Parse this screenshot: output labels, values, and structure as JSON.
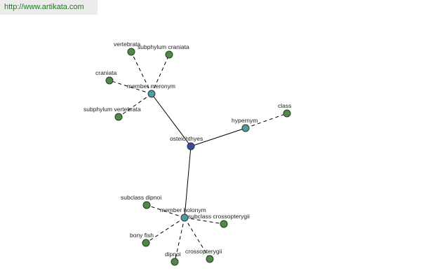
{
  "banner": {
    "url": "http://www.artikata.com"
  },
  "colors": {
    "leaf": "#4e8a45",
    "relation": "#4f9aa3",
    "root": "#3b4a9a"
  },
  "nodes": {
    "root": {
      "label": "osteichthyes",
      "kind": "root"
    },
    "member_meronym": {
      "label": "member meronym",
      "kind": "relation"
    },
    "hypernym": {
      "label": "hypernym",
      "kind": "relation"
    },
    "member_holonym": {
      "label": "member holonym",
      "kind": "relation"
    },
    "vertebrata": {
      "label": "vertebrata",
      "kind": "leaf"
    },
    "subphylum_craniata": {
      "label": "subphylum craniata",
      "kind": "leaf"
    },
    "craniata": {
      "label": "craniata",
      "kind": "leaf"
    },
    "subphylum_vertebrata": {
      "label": "subphylum vertebrata",
      "kind": "leaf"
    },
    "class": {
      "label": "class",
      "kind": "leaf"
    },
    "subclass_dipnoi": {
      "label": "subclass dipnoi",
      "kind": "leaf"
    },
    "subclass_crossopterygii": {
      "label": "subclass crossopterygii",
      "kind": "leaf"
    },
    "bony_fish": {
      "label": "bony fish",
      "kind": "leaf"
    },
    "dipnoi": {
      "label": "dipnoi",
      "kind": "leaf"
    },
    "crossopterygii": {
      "label": "crossopterygii",
      "kind": "leaf"
    }
  },
  "edges": [
    {
      "from": "root",
      "to": "member_meronym",
      "style": "solid"
    },
    {
      "from": "root",
      "to": "hypernym",
      "style": "solid"
    },
    {
      "from": "root",
      "to": "member_holonym",
      "style": "solid"
    },
    {
      "from": "member_meronym",
      "to": "vertebrata",
      "style": "dashed"
    },
    {
      "from": "member_meronym",
      "to": "subphylum_craniata",
      "style": "dashed"
    },
    {
      "from": "member_meronym",
      "to": "craniata",
      "style": "dashed"
    },
    {
      "from": "member_meronym",
      "to": "subphylum_vertebrata",
      "style": "dashed"
    },
    {
      "from": "hypernym",
      "to": "class",
      "style": "dashed"
    },
    {
      "from": "member_holonym",
      "to": "subclass_dipnoi",
      "style": "dashed"
    },
    {
      "from": "member_holonym",
      "to": "subclass_crossopterygii",
      "style": "dashed"
    },
    {
      "from": "member_holonym",
      "to": "bony_fish",
      "style": "dashed"
    },
    {
      "from": "member_holonym",
      "to": "dipnoi",
      "style": "dashed"
    },
    {
      "from": "member_holonym",
      "to": "crossopterygii",
      "style": "dashed"
    }
  ]
}
